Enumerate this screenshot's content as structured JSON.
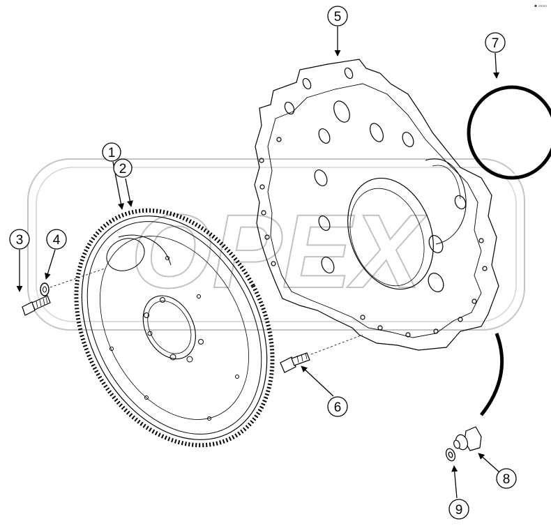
{
  "watermark": {
    "text": "OPEX"
  },
  "corner_mark": "▪ ▫▫▫",
  "callouts": [
    {
      "id": "1",
      "label": "1"
    },
    {
      "id": "2",
      "label": "2"
    },
    {
      "id": "3",
      "label": "3"
    },
    {
      "id": "4",
      "label": "4"
    },
    {
      "id": "5",
      "label": "5"
    },
    {
      "id": "6",
      "label": "6"
    },
    {
      "id": "7",
      "label": "7"
    },
    {
      "id": "8",
      "label": "8"
    },
    {
      "id": "9",
      "label": "9"
    }
  ],
  "colors": {
    "line": "#000000",
    "watermark": "#b8b8b8",
    "background": "#ffffff"
  }
}
